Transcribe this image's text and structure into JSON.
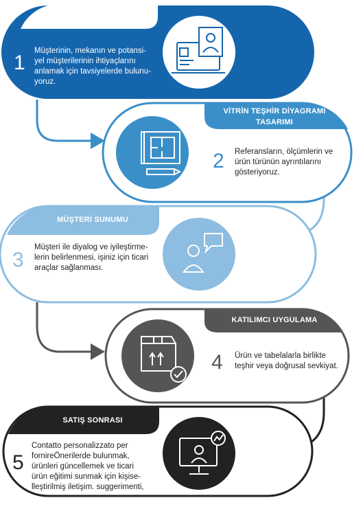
{
  "colors": {
    "dark_blue": "#1565ad",
    "mid_blue": "#3a8fc9",
    "light_blue": "#8dbde0",
    "gray": "#555555",
    "black": "#222222"
  },
  "steps": [
    {
      "number": "1",
      "title": "İŞ TÜRÜ ÇALIŞMASI",
      "text": [
        "Müşterinin, mekanın ve potansi-",
        "yel müşterilerinin ihtiyaçlarını",
        "anlamak için tavsiyelerde bulunu-",
        "yoruz."
      ],
      "icon": "laptop-video-call-icon"
    },
    {
      "number": "2",
      "title": [
        "VİTRİN TEŞHİR DİYAGRAMI",
        "TASARIMI"
      ],
      "text": [
        "Referansların, ölçümlerin ve",
        "ürün türünün ayrıntılarını",
        "gösteriyoruz."
      ],
      "icon": "blueprint-pencil-icon"
    },
    {
      "number": "3",
      "title": "MÜŞTERİ SUNUMU",
      "text": [
        "Müşteri ile diyalog ve iyileştirme-",
        "lerin belirlenmesi, işiniz için ticari",
        "araçlar sağlanması."
      ],
      "icon": "person-chat-icon"
    },
    {
      "number": "4",
      "title": "KATILIMCI UYGULAMA",
      "text": [
        "Ürün ve tabelalarla birlikte",
        "teşhir veya doğrusal sevkiyat."
      ],
      "icon": "box-check-icon"
    },
    {
      "number": "5",
      "title": "SATIŞ SONRASI",
      "text": [
        "Contatto personalizzato per",
        "fornireÖnerilerde bulunmak,",
        "ürünleri güncellemek ve ticari",
        "ürün eğitimi sunmak için kişise-",
        "lleştirilmiş iletişim. suggerimenti,"
      ],
      "icon": "monitor-chart-person-icon"
    }
  ]
}
